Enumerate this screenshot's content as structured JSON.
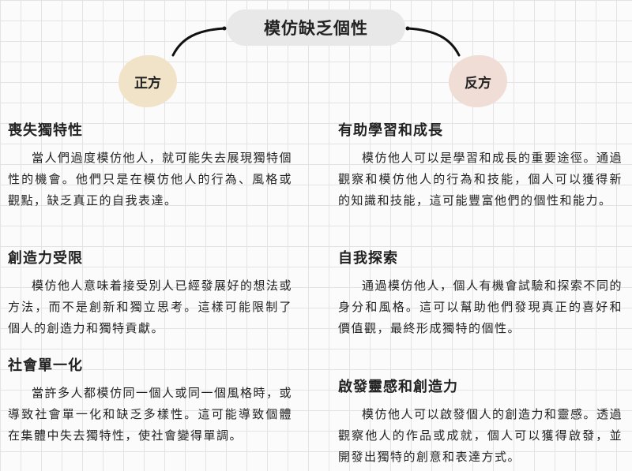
{
  "title": "模仿缺乏個性",
  "pro_label": "正方",
  "con_label": "反方",
  "pro": [
    {
      "heading": "喪失獨特性",
      "body": "當人們過度模仿他人，就可能失去展現獨特個性的機會。他們只是在模仿他人的行為、風格或觀點，缺乏真正的自我表達。"
    },
    {
      "heading": "創造力受限",
      "body": "模仿他人意味着接受別人已經發展好的想法或方法，而不是創新和獨立思考。這樣可能限制了個人的創造力和獨特貢獻。"
    },
    {
      "heading": "社會單一化",
      "body": "當許多人都模仿同一個人或同一個風格時，或導致社會單一化和缺乏多樣性。這可能導致個體在集體中失去獨特性，使社會變得單調。"
    }
  ],
  "con": [
    {
      "heading": "有助學習和成長",
      "body": "模仿他人可以是學習和成長的重要途徑。通過觀察和模仿他人的行為和技能，個人可以獲得新的知識和技能，這可能豐富他們的個性和能力。"
    },
    {
      "heading": "自我探索",
      "body": "通過模仿他人，個人有機會試驗和探索不同的身分和風格。這可以幫助他們發現真正的喜好和價值觀，最終形成獨特的個性。"
    },
    {
      "heading": "啟發靈感和創造力",
      "body": "模仿他人可以啟發個人的創造力和靈感。透過觀察他人的作品或成就，個人可以獲得啟發，並開發出獨特的創意和表達方式。"
    }
  ]
}
